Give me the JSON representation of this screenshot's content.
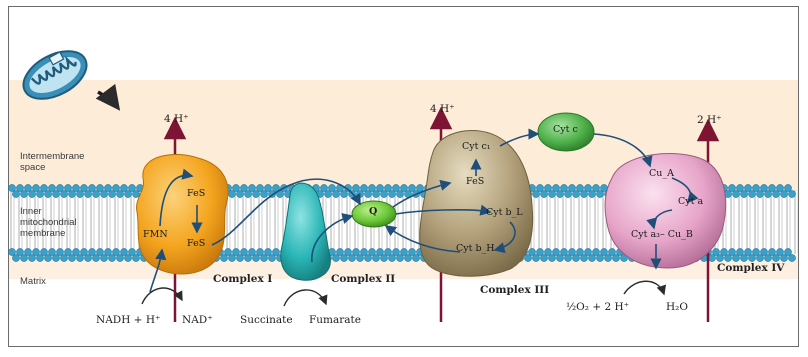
{
  "regions": {
    "intermembrane_space": "Intermembrane space",
    "inner_membrane": "Inner mitochondrial membrane",
    "matrix": "Matrix"
  },
  "complexes": {
    "complex_1": {
      "title": "Complex I",
      "fmn": "FMN",
      "fes_top": "FeS",
      "fes_bottom": "FeS",
      "proton": "4 H⁺",
      "substrate": "NADH + H⁺",
      "product": "NAD⁺"
    },
    "complex_2": {
      "title": "Complex II",
      "substrate": "Succinate",
      "product": "Fumarate"
    },
    "coenzyme_q": "Q",
    "complex_3": {
      "title": "Complex III",
      "cyt_c1": "Cyt c₁",
      "fes": "FeS",
      "cyt_bl": "Cyt b_L",
      "cyt_bh": "Cyt b_H",
      "proton": "4 H⁺"
    },
    "cytochrome_c": "Cyt c",
    "complex_4": {
      "title": "Complex IV",
      "cu_a": "Cu_A",
      "cyt_a": "Cyt a",
      "cyt_a3_cub": "Cyt a₃– Cu_B",
      "proton": "2 H⁺",
      "substrate": "½O₂ + 2 H⁺",
      "product": "H₂O"
    }
  },
  "colors": {
    "membrane_head": "#3aa0c8",
    "membrane_tail": "#c9c9c9",
    "space_band": "#fbe7cf",
    "complex_1": "#f4a51f",
    "complex_2": "#2bb6b6",
    "coenzyme_q": "#6cc93a",
    "complex_3": "#b3a27c",
    "cytochrome_c": "#4fb14a",
    "complex_4": "#e7a5c9",
    "proton_arrow": "#7d1433",
    "electron_arrow": "#1f4e79"
  },
  "icons": {
    "mitochondrion": "mitochondrion-icon"
  }
}
